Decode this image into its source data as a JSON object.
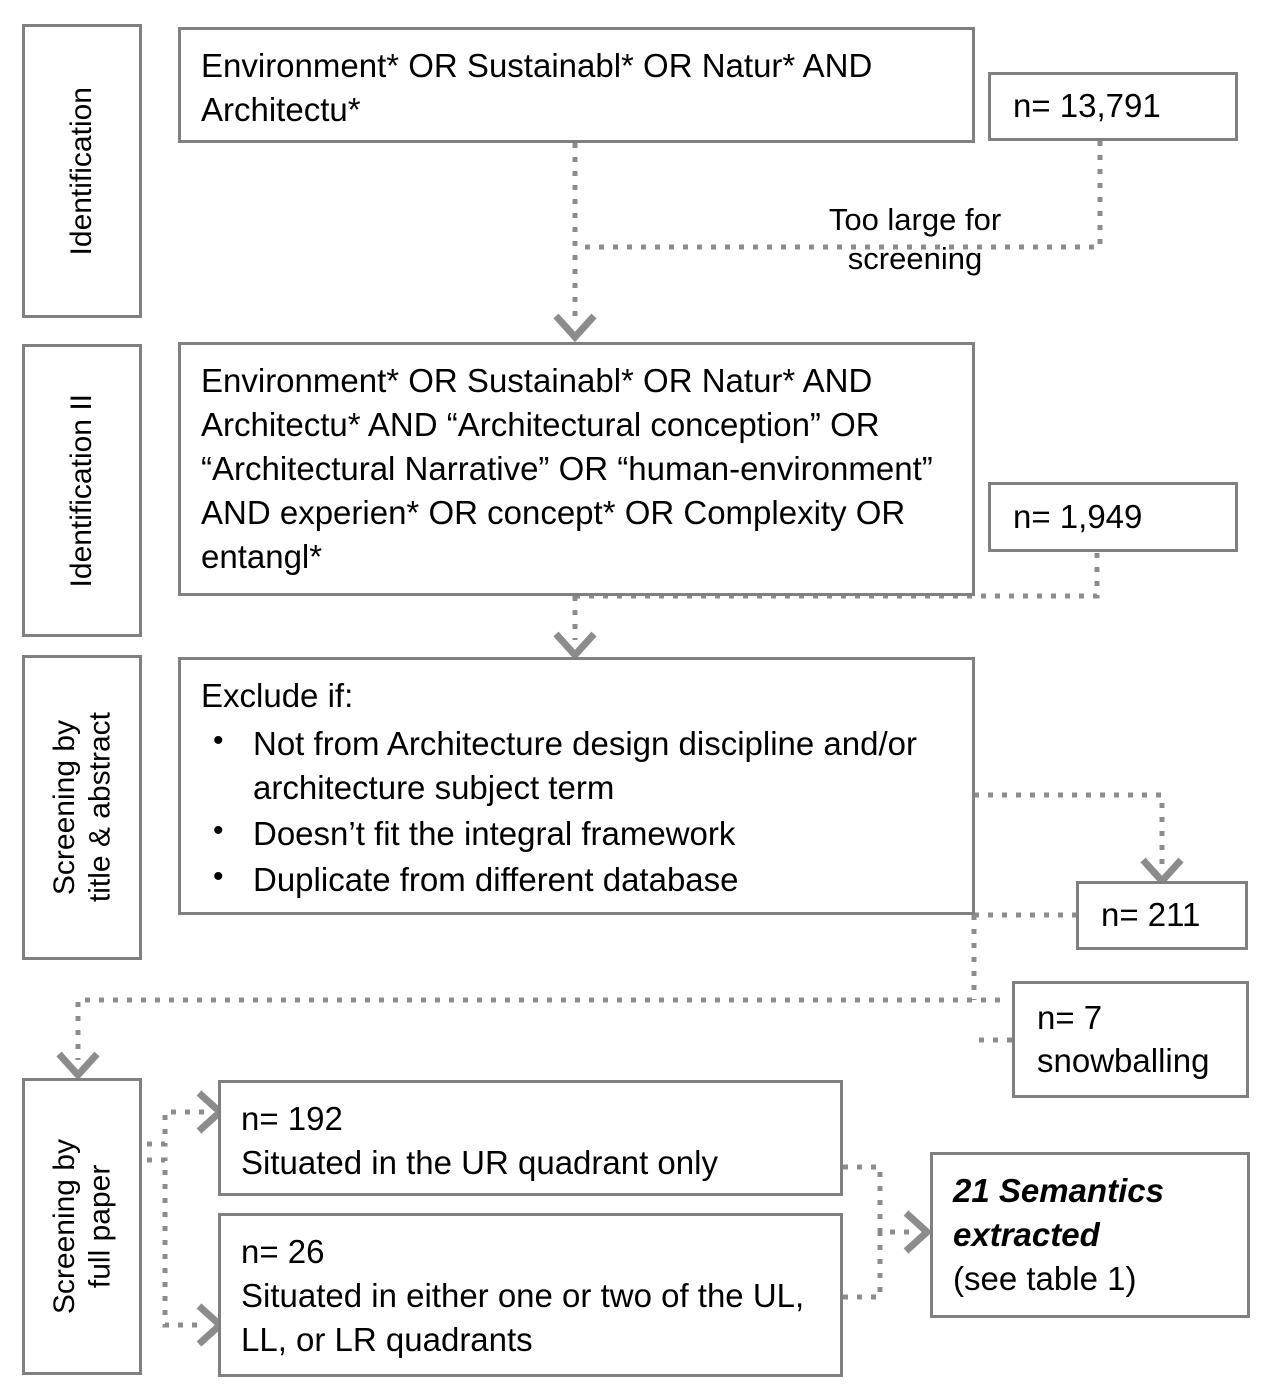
{
  "diagram": {
    "title": "PRISMA-style literature screening flowchart",
    "stages": [
      {
        "id": "identification",
        "label": "Identification"
      },
      {
        "id": "identification-2",
        "label": "Identification II"
      },
      {
        "id": "screening-title-abstract",
        "label": "Screening by\ntitle & abstract"
      },
      {
        "id": "screening-full-paper",
        "label": "Screening by\nfull paper"
      }
    ],
    "query_boxes": [
      {
        "id": "query-1",
        "text": "Environment* OR Sustainabl* OR Natur* AND Architectu*"
      },
      {
        "id": "query-2",
        "text": "Environment* OR Sustainabl* OR Natur* AND Architectu* AND “Architectural conception” OR “Architectural Narrative” OR “human-environment” AND experien* OR concept* OR Complexity OR entangl*"
      }
    ],
    "exclude_box": {
      "heading": "Exclude if:",
      "items": [
        "Not from Architecture design discipline and/or architecture subject term",
        "Doesn’t fit the integral framework",
        "Duplicate from different database"
      ]
    },
    "counts": [
      {
        "id": "count-13791",
        "text": "n= 13,791"
      },
      {
        "id": "count-1949",
        "text": "n= 1,949"
      },
      {
        "id": "count-211",
        "text": "n= 211"
      },
      {
        "id": "count-7",
        "text": "n= 7\nsnowballing"
      }
    ],
    "quadrant_boxes": [
      {
        "id": "quadrant-ur",
        "count": "n= 192",
        "description": "Situated in the UR quadrant only"
      },
      {
        "id": "quadrant-other",
        "count": "n= 26",
        "description": "Situated in either one or two of the UL, LL, or LR quadrants"
      }
    ],
    "result_box": {
      "emphasis": "21 Semantics extracted",
      "note": "(see table 1)"
    },
    "edge_labels": [
      {
        "id": "too-large",
        "text": "Too large for\nscreening"
      }
    ],
    "colors": {
      "box_border": "#808080",
      "connector": "#8c8c8c",
      "text": "#000000",
      "background": "#ffffff"
    }
  }
}
